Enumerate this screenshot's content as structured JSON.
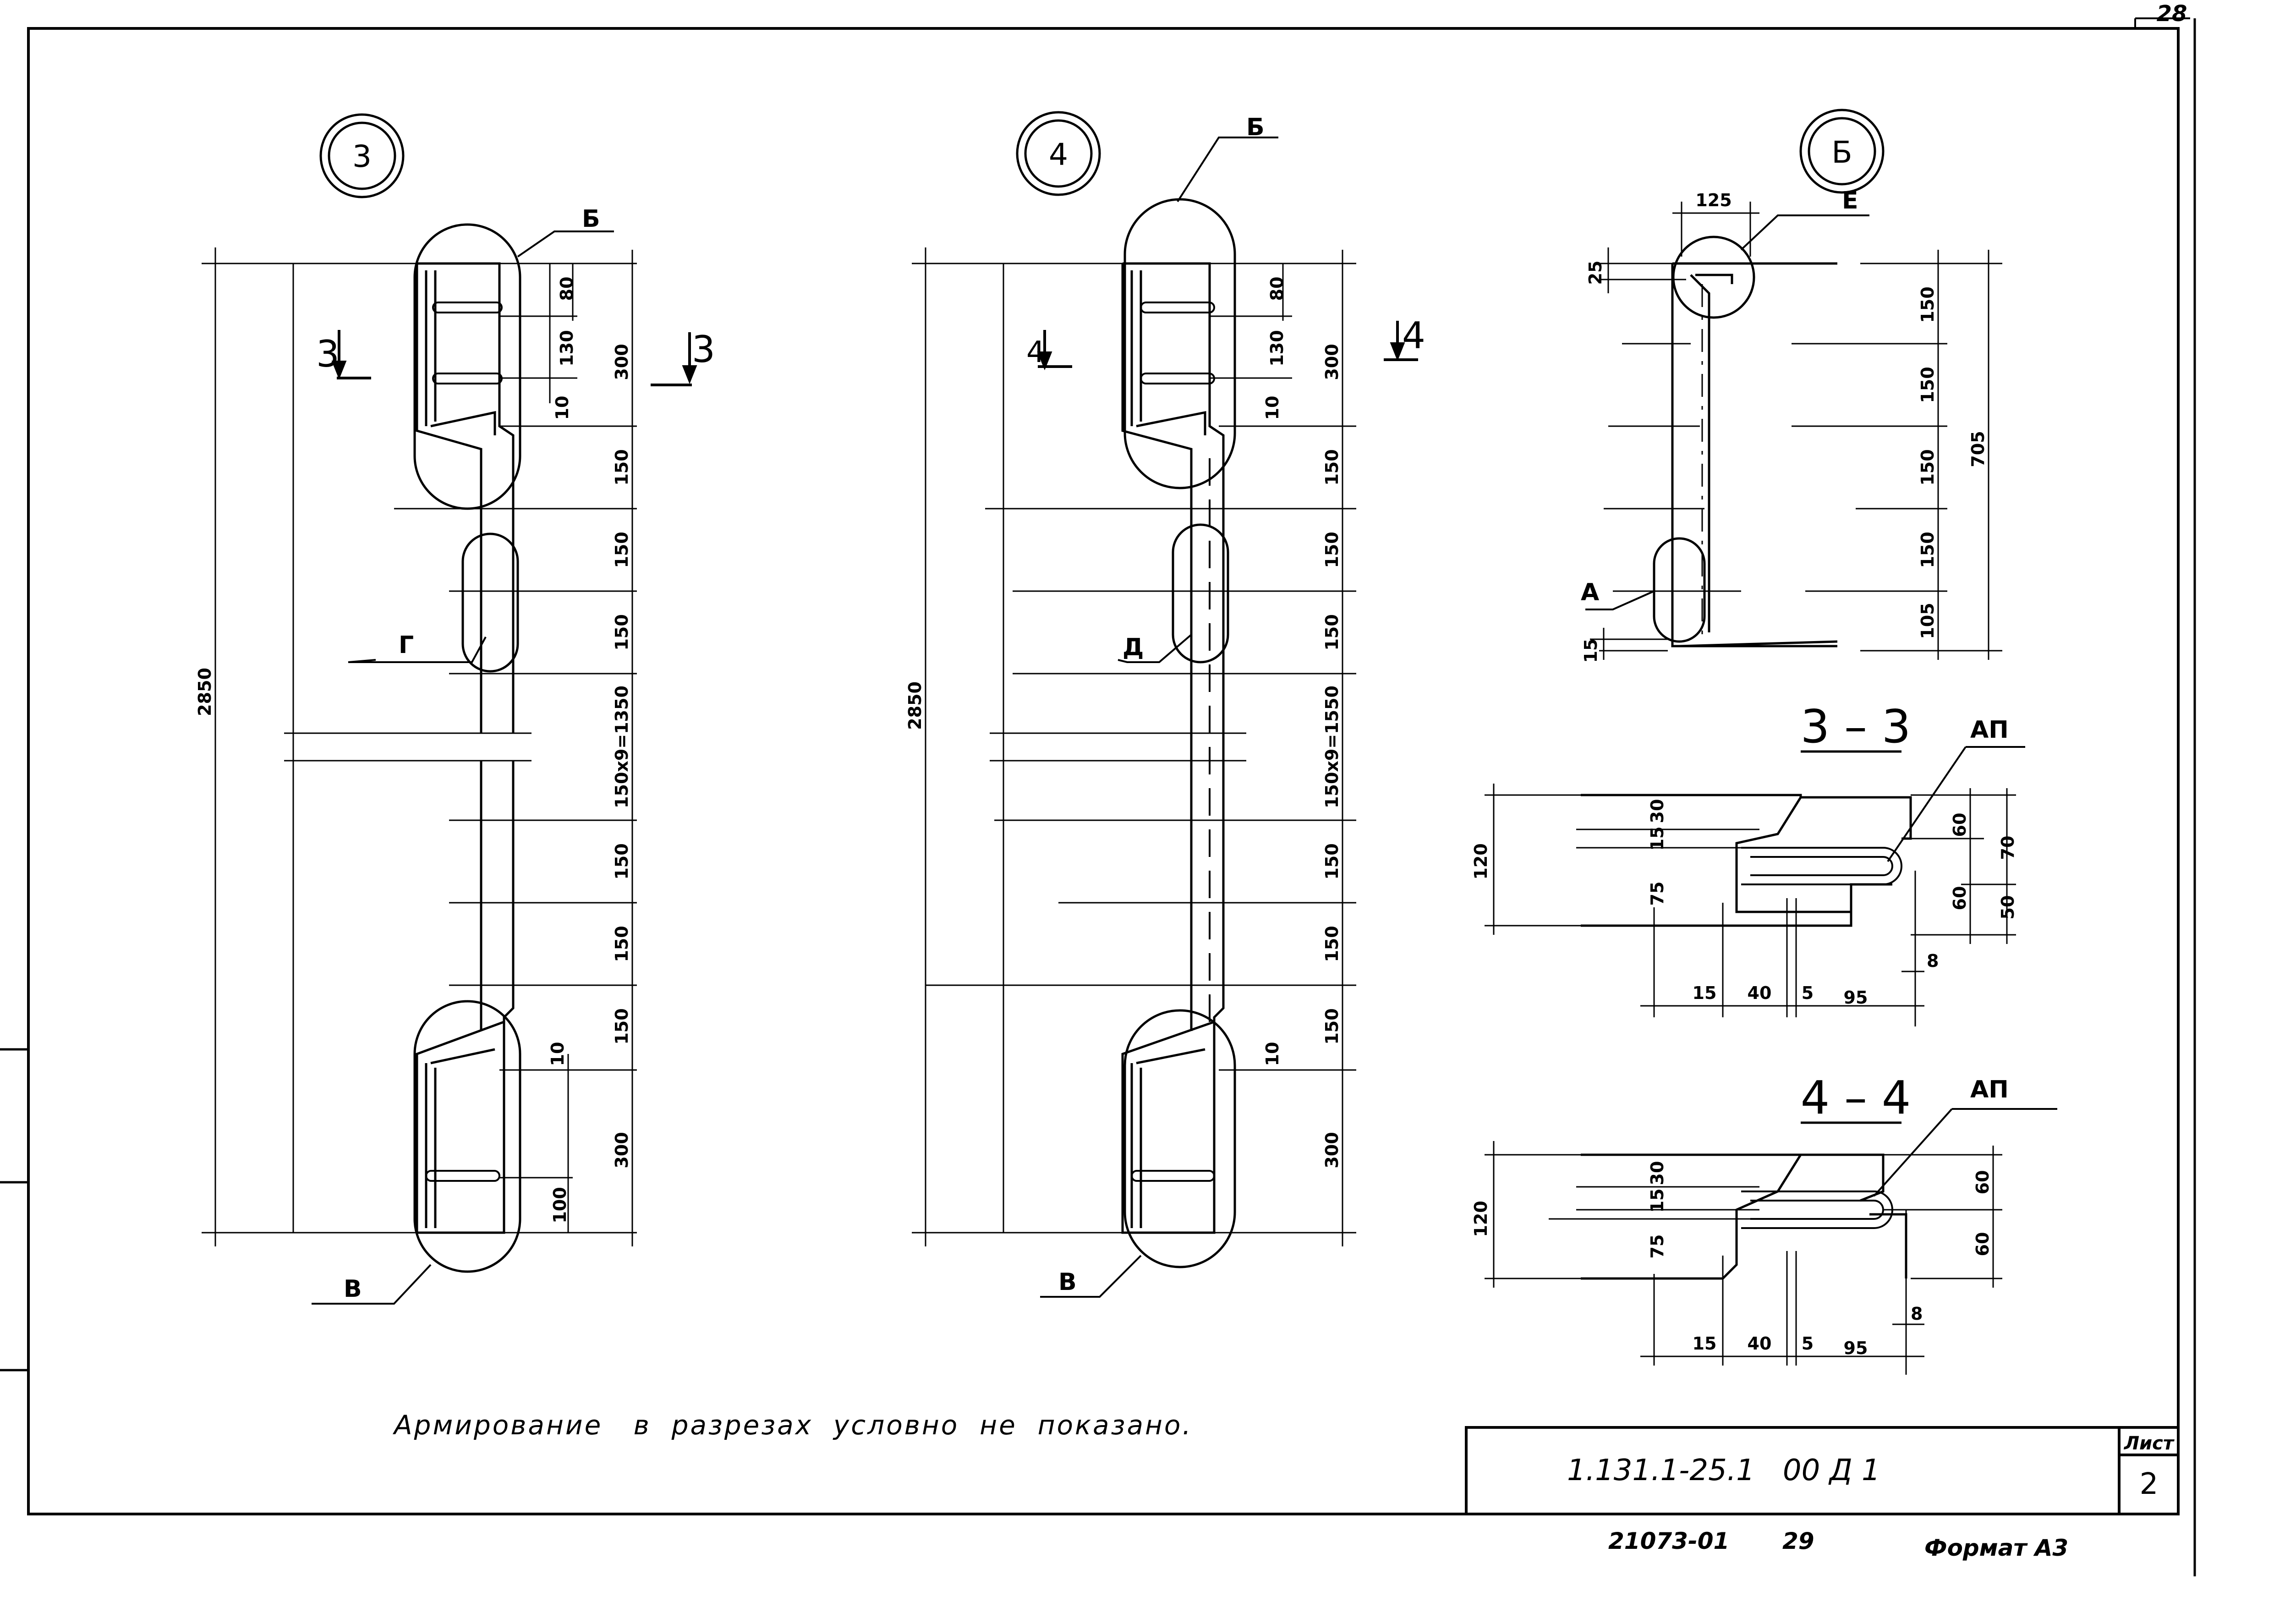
{
  "sheet_number_top": "28",
  "views": {
    "v3": {
      "callout": "3",
      "total": "2850",
      "cut_left": "3",
      "cut_right": "3",
      "leader_top": "Б",
      "leader_mid": "Г",
      "leader_bottom": "В",
      "dims_right_chain": [
        "300",
        "150",
        "150",
        "150",
        "150x9=1350",
        "150",
        "150",
        "150",
        "300"
      ],
      "dims_inner_top": [
        "80",
        "130",
        "10"
      ],
      "dims_inner_bottom": [
        "10",
        "100"
      ]
    },
    "v4": {
      "callout": "4",
      "total": "2850",
      "cut_left": "4",
      "cut_right": "4",
      "leader_top": "Б",
      "leader_mid": "Д",
      "leader_bottom": "В",
      "dims_right_chain": [
        "300",
        "150",
        "150",
        "150",
        "150x9=1550",
        "150",
        "150",
        "150",
        "300"
      ],
      "dims_inner_top": [
        "80",
        "130",
        "10"
      ],
      "dims_inner_bottom": [
        "10"
      ]
    },
    "v5": {
      "callout": "Б",
      "top_width": "125",
      "leader_top": "Е",
      "leader_bottom": "А",
      "dim_top_offset": "25",
      "dim_bottom_offset": "15",
      "dims_right_chain": [
        "150",
        "150",
        "150",
        "150",
        "105"
      ],
      "total": "705"
    }
  },
  "section_33": {
    "title": "3 – 3",
    "leader": "АП",
    "height": "120",
    "dims_left_inner": [
      "15",
      "30",
      "75"
    ],
    "dims_right": [
      "60",
      "60"
    ],
    "dims_right_outer": [
      "70",
      "50"
    ],
    "dims_bottom": [
      "15",
      "40",
      "5",
      "95"
    ],
    "dim_small": "8"
  },
  "section_44": {
    "title": "4 – 4",
    "leader": "АП",
    "height": "120",
    "dims_left_inner": [
      "15",
      "30",
      "75"
    ],
    "dims_right": [
      "60",
      "60"
    ],
    "dims_bottom": [
      "15",
      "40",
      "5",
      "95"
    ],
    "dim_small": "8"
  },
  "note": "Армирование   в  разрезах  условно  не  показано.",
  "title_block": {
    "code": "1.131.1-25.1   00 Д 1",
    "sheet_label": "Лист",
    "sheet_number": "2"
  },
  "footer": {
    "inventory": "21073-01",
    "page": "29",
    "format": "Формат А3"
  }
}
